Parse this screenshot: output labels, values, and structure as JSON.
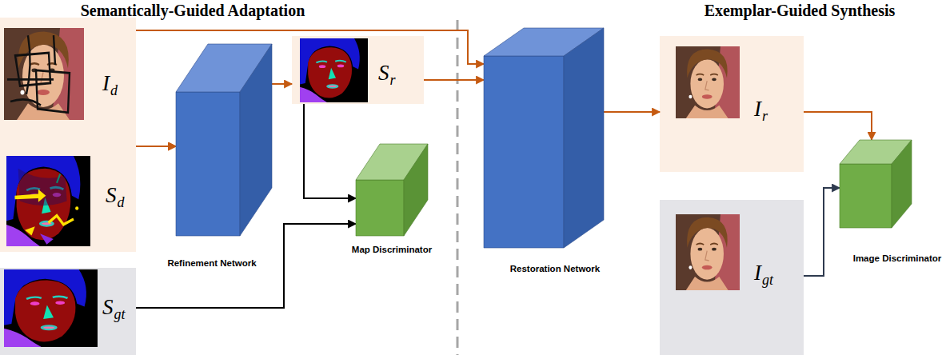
{
  "diagram": {
    "nodes": [
      {
        "text": [
          "Id"
        ]
      },
      {
        "text": [
          "Sd"
        ]
      },
      {
        "text": [
          "Sgt"
        ]
      },
      {
        "text": [
          "Refinement Network"
        ]
      },
      {
        "text": [
          "Sr"
        ]
      },
      {
        "text": [
          "Map Discriminator"
        ]
      },
      {
        "text": [
          "Restoration Network"
        ]
      },
      {
        "text": [
          "Ir"
        ]
      },
      {
        "text": [
          "Igt"
        ]
      },
      {
        "text": [
          "Image Discriminator"
        ]
      }
    ],
    "edges": [
      {
        "from": 0,
        "to": 6,
        "arrow": "to"
      },
      {
        "from": 0,
        "to": 3,
        "arrow": "to"
      },
      {
        "from": 1,
        "to": 3,
        "arrow": "to"
      },
      {
        "from": 3,
        "to": 4,
        "arrow": "to"
      },
      {
        "from": 4,
        "to": 5,
        "arrow": "to"
      },
      {
        "from": 2,
        "to": 5,
        "arrow": "to"
      },
      {
        "from": 4,
        "to": 6,
        "arrow": "to"
      },
      {
        "from": 6,
        "to": 7,
        "arrow": "to"
      },
      {
        "from": 7,
        "to": 9,
        "arrow": "to"
      },
      {
        "from": 8,
        "to": 9,
        "arrow": "to"
      }
    ],
    "labels": [
      "Semantically-Guided Adaptation",
      "Exemplar-Guided Synthesis"
    ]
  }
}
